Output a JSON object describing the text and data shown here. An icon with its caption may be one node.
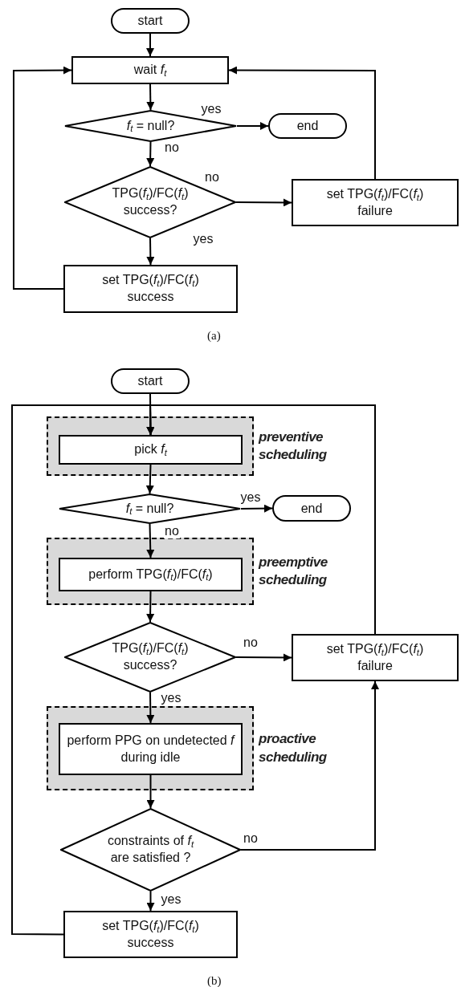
{
  "diagram": {
    "nodes": [
      {
        "text": [
          "start"
        ]
      },
      {
        "text": [
          "wait *f*$_{t}$"
        ]
      },
      {
        "text": [
          "*f*$_{t}$ = null?"
        ]
      },
      {
        "text": [
          "end"
        ]
      },
      {
        "text": [
          "TPG(*f*$_{t}$)/FC(*f*$_{t}$) success?"
        ]
      },
      {
        "text": [
          "set TPG(*f*$_{t}$)/FC(*f*$_{t}$) failure"
        ]
      },
      {
        "text": [
          "set TPG(*f*$_{t}$)/FC(*f*$_{t}$) success"
        ]
      },
      {
        "text": [
          "start"
        ]
      },
      {
        "text": [
          "preventive scheduling"
        ]
      },
      {
        "text": [
          "pick *f*$_{t}$"
        ],
        "in": 8
      },
      {
        "text": [
          "*f*$_{t}$ = null?"
        ]
      },
      {
        "text": [
          "end"
        ]
      },
      {
        "text": [
          "preemptive scheduling"
        ]
      },
      {
        "text": [
          "perform TPG(*f*$_{t}$)/FC(*f*$_{t}$)"
        ],
        "in": 12
      },
      {
        "text": [
          "TPG(*f*$_{t}$)/FC(*f*$_{t}$) success?"
        ]
      },
      {
        "text": [
          "set TPG(*f*$_{t}$)/FC(*f*$_{t}$) failure"
        ]
      },
      {
        "text": [
          "proactive scheduling"
        ]
      },
      {
        "text": [
          "perform PPG on undetected *f* during idle"
        ],
        "in": 16
      },
      {
        "text": [
          "constraints of *f*$_{t}$ are satisfied ?"
        ]
      },
      {
        "text": [
          "set TPG(*f*$_{t}$)/FC(*f*$_{t}$) success"
        ]
      }
    ],
    "edges": [
      {
        "from": 0,
        "to": 1,
        "arrow": "to"
      },
      {
        "from": 1,
        "to": 2,
        "arrow": "to"
      },
      {
        "from": 2,
        "to": 3,
        "arrow": "to",
        "label": "yes"
      },
      {
        "from": 2,
        "to": 4,
        "arrow": "to",
        "label": "no"
      },
      {
        "from": 4,
        "to": 5,
        "arrow": "to",
        "label": "no"
      },
      {
        "from": 4,
        "to": 6,
        "arrow": "to",
        "label": "yes"
      },
      {
        "from": 5,
        "to": 1,
        "arrow": "to"
      },
      {
        "from": 6,
        "to": 1,
        "arrow": "to"
      },
      {
        "from": 7,
        "to": 9,
        "arrow": "to"
      },
      {
        "from": 9,
        "to": 10,
        "arrow": "to"
      },
      {
        "from": 10,
        "to": 11,
        "arrow": "to",
        "label": "yes"
      },
      {
        "from": 10,
        "to": 13,
        "arrow": "to",
        "label": "no"
      },
      {
        "from": 13,
        "to": 14,
        "arrow": "to"
      },
      {
        "from": 14,
        "to": 15,
        "arrow": "to",
        "label": "no"
      },
      {
        "from": 14,
        "to": 17,
        "arrow": "to",
        "label": "yes"
      },
      {
        "from": 17,
        "to": 18,
        "arrow": "to"
      },
      {
        "from": 18,
        "to": 15,
        "arrow": "to",
        "label": "no"
      },
      {
        "from": 18,
        "to": 19,
        "arrow": "to",
        "label": "yes"
      },
      {
        "from": 19,
        "to": 9,
        "arrow": "to"
      },
      {
        "from": 15,
        "to": 9,
        "arrow": "to"
      }
    ],
    "labels": [
      "(a)",
      "(b)"
    ]
  }
}
